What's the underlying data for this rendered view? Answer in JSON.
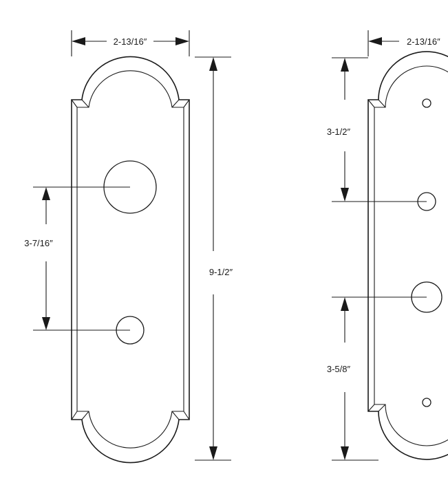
{
  "left_plate": {
    "width_label": "2-13/16″",
    "height_label": "9-1/2″",
    "hole_spacing_label": "3-7/16″"
  },
  "right_plate": {
    "width_label": "2-13/16″",
    "top_to_hole_label": "3-1/2″",
    "lower_spacing_label": "3-5/8″"
  }
}
